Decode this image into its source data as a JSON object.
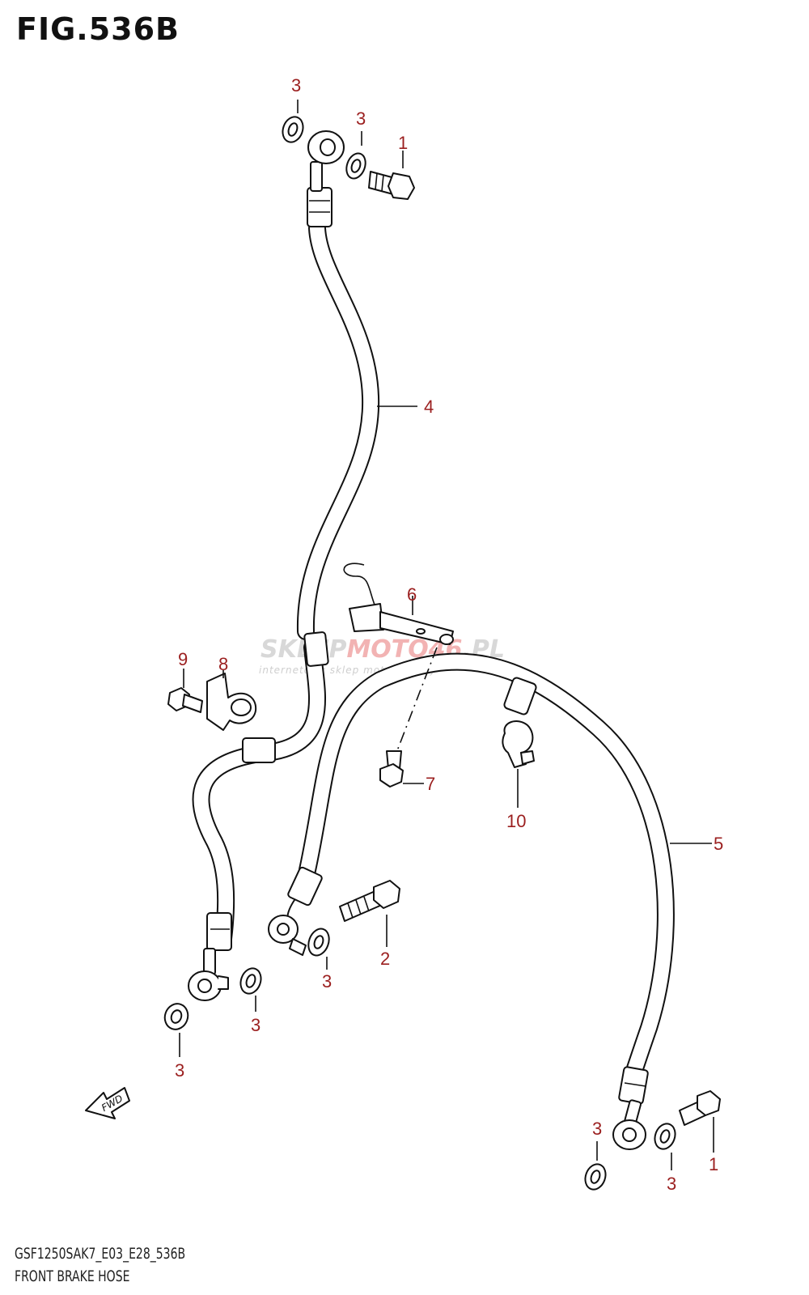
{
  "figure": {
    "title": "FIG.536B",
    "model_code": "GSF1250SAK7_E03_E28_536B",
    "name": "FRONT BRAKE HOSE"
  },
  "callouts": [
    {
      "id": "c3a",
      "label": "3"
    },
    {
      "id": "c3b",
      "label": "3"
    },
    {
      "id": "c1a",
      "label": "1"
    },
    {
      "id": "c4",
      "label": "4"
    },
    {
      "id": "c6",
      "label": "6"
    },
    {
      "id": "c9",
      "label": "9"
    },
    {
      "id": "c8",
      "label": "8"
    },
    {
      "id": "c7",
      "label": "7"
    },
    {
      "id": "c10",
      "label": "10"
    },
    {
      "id": "c5",
      "label": "5"
    },
    {
      "id": "c2",
      "label": "2"
    },
    {
      "id": "c3c",
      "label": "3"
    },
    {
      "id": "c3d",
      "label": "3"
    },
    {
      "id": "c3e",
      "label": "3"
    },
    {
      "id": "c3f",
      "label": "3"
    },
    {
      "id": "c3g",
      "label": "3"
    },
    {
      "id": "c1b",
      "label": "1"
    }
  ],
  "fwd_label": "FWD",
  "watermark": {
    "brand_left": "SKLEP",
    "brand_accent": "MOTO46",
    "brand_right": ".PL",
    "tagline": "internetowy sklep motocyklowy"
  },
  "colors": {
    "callout": "#9b1f1f",
    "line": "#111111",
    "watermark": "#d8d8d8"
  }
}
